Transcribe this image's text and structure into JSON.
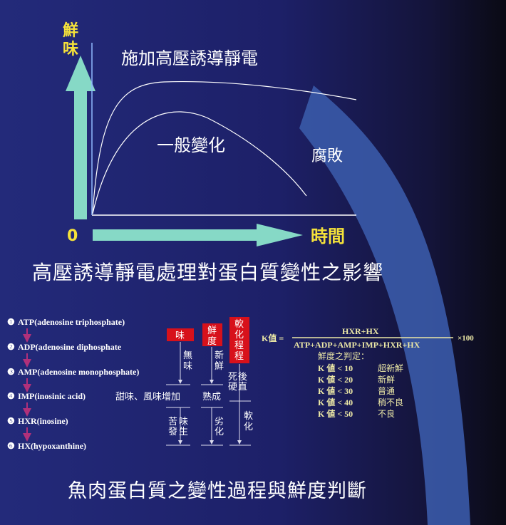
{
  "chart": {
    "y_label": "鮮味",
    "origin": "0",
    "x_label": "時間",
    "curve_static": "施加高壓誘導靜電",
    "curve_normal": "一般變化",
    "decay": "腐敗",
    "title": "高壓誘導靜電處理對蛋白質變性之影響"
  },
  "process": {
    "steps": [
      {
        "num": "❶",
        "label": "ATP(adenosine triphosphate)"
      },
      {
        "num": "❷",
        "label": "ADP(adenosine diphosphate"
      },
      {
        "num": "❸",
        "label": "AMP(adenosine monophosphate)"
      },
      {
        "num": "❹",
        "label": "IMP(inosinic acid)"
      },
      {
        "num": "❺",
        "label": "HXR(inosine)"
      },
      {
        "num": "❻",
        "label": "HX(hypoxanthine)"
      }
    ],
    "imp_note": "甜味、風味增加",
    "boxes": {
      "taste": "味",
      "fresh1": "鮮",
      "fresh2": "度",
      "soft1": "軟",
      "soft2": "化",
      "soft3": "程",
      "soft4": "程"
    },
    "taste_col": {
      "a1": "無",
      "a2": "味",
      "b1": "苦",
      "b2": "發",
      "b3": "味",
      "b4": "生"
    },
    "fresh_col": {
      "a1": "新",
      "a2": "鮮",
      "mid": "熟成",
      "b1": "劣",
      "b2": "化"
    },
    "soft_col": {
      "a1": "死",
      "a2": "硬",
      "a3": "後",
      "a4": "直",
      "b1": "軟",
      "b2": "化"
    }
  },
  "formula": {
    "lhs": "K值 =",
    "numerator": "HXR+HX",
    "denominator": "ATP+ADP+AMP+IMP+HXR+HX",
    "multiplier": "×100",
    "heading": "鮮度之判定：",
    "rows": [
      {
        "cond": "K 値 < 10",
        "grade": "超新鮮"
      },
      {
        "cond": "K 値 < 20",
        "grade": "新鮮"
      },
      {
        "cond": "K 値 < 30",
        "grade": "普通"
      },
      {
        "cond": "K 値 < 40",
        "grade": "稍不良"
      },
      {
        "cond": "K 値 < 50",
        "grade": "不良"
      }
    ]
  },
  "footer_title": "魚肉蛋白質之變性過程與鮮度判斷",
  "colors": {
    "yellow": "#f5e23a",
    "teal": "#86d9c6",
    "red": "#d7111b",
    "pink": "#b0307a",
    "formula": "#ece8a6"
  }
}
